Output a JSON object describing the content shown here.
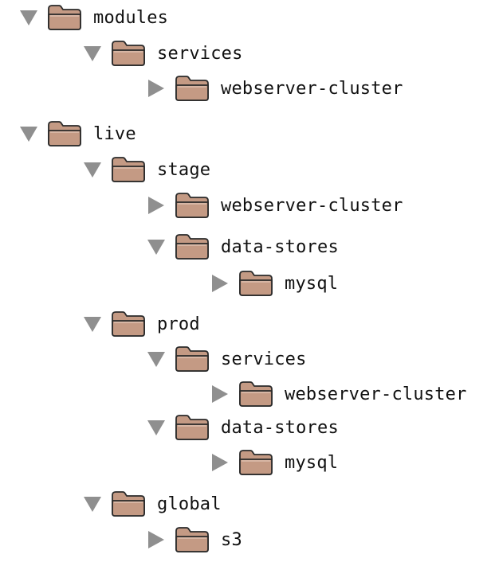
{
  "colors": {
    "triangle": "#8f8f8f",
    "folder_fill": "#c49a84",
    "folder_outline": "#2a2a2a",
    "text": "#111111"
  },
  "tree": [
    {
      "id": "modules",
      "label": "modules",
      "depth": 0,
      "expanded": true
    },
    {
      "id": "modules-services",
      "label": "services",
      "depth": 1,
      "expanded": true
    },
    {
      "id": "modules-services-webserver-cluster",
      "label": "webserver-cluster",
      "depth": 2,
      "expanded": false
    },
    {
      "id": "live",
      "label": "live",
      "depth": 0,
      "expanded": true
    },
    {
      "id": "live-stage",
      "label": "stage",
      "depth": 1,
      "expanded": true
    },
    {
      "id": "live-stage-webserver-cluster",
      "label": "webserver-cluster",
      "depth": 2,
      "expanded": false
    },
    {
      "id": "live-stage-data-stores",
      "label": "data-stores",
      "depth": 2,
      "expanded": true
    },
    {
      "id": "live-stage-data-stores-mysql",
      "label": "mysql",
      "depth": 3,
      "expanded": false
    },
    {
      "id": "live-prod",
      "label": "prod",
      "depth": 1,
      "expanded": true
    },
    {
      "id": "live-prod-services",
      "label": "services",
      "depth": 2,
      "expanded": true
    },
    {
      "id": "live-prod-services-webserver-cluster",
      "label": "webserver-cluster",
      "depth": 3,
      "expanded": false
    },
    {
      "id": "live-prod-data-stores",
      "label": "data-stores",
      "depth": 2,
      "expanded": true
    },
    {
      "id": "live-prod-data-stores-mysql",
      "label": "mysql",
      "depth": 3,
      "expanded": false
    },
    {
      "id": "live-global",
      "label": "global",
      "depth": 1,
      "expanded": true
    },
    {
      "id": "live-global-s3",
      "label": "s3",
      "depth": 2,
      "expanded": false
    }
  ]
}
